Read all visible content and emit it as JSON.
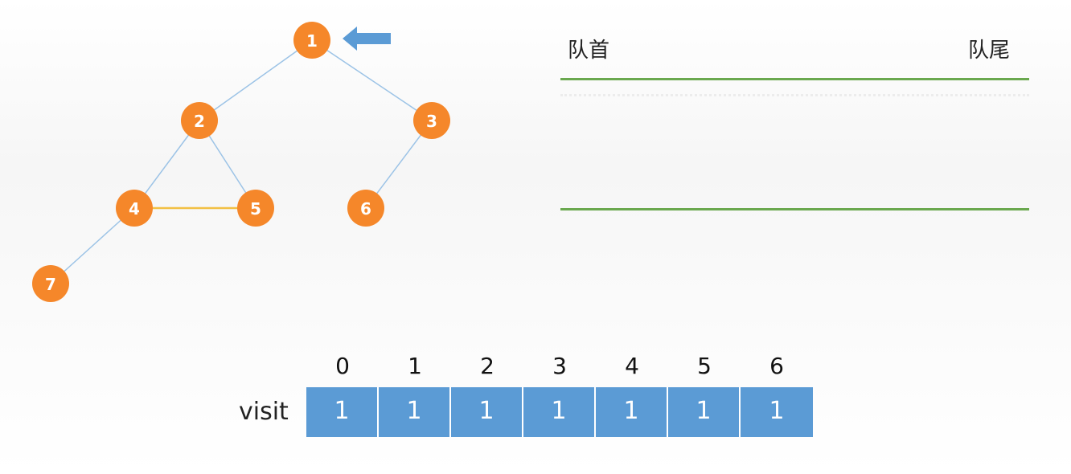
{
  "graph": {
    "nodes": [
      {
        "id": "1",
        "label": "1",
        "color": "#f5872a"
      },
      {
        "id": "2",
        "label": "2",
        "color": "#f5872a"
      },
      {
        "id": "3",
        "label": "3",
        "color": "#f5872a"
      },
      {
        "id": "4",
        "label": "4",
        "color": "#f5872a"
      },
      {
        "id": "5",
        "label": "5",
        "color": "#f5872a"
      },
      {
        "id": "6",
        "label": "6",
        "color": "#f5872a"
      },
      {
        "id": "7",
        "label": "7",
        "color": "#f5872a"
      }
    ],
    "edges": [
      {
        "from": "1",
        "to": "2",
        "color": "#9cc3e6"
      },
      {
        "from": "1",
        "to": "3",
        "color": "#9cc3e6"
      },
      {
        "from": "2",
        "to": "4",
        "color": "#9cc3e6"
      },
      {
        "from": "2",
        "to": "5",
        "color": "#9cc3e6"
      },
      {
        "from": "3",
        "to": "6",
        "color": "#9cc3e6"
      },
      {
        "from": "4",
        "to": "5",
        "color": "#f2c043"
      },
      {
        "from": "4",
        "to": "7",
        "color": "#9cc3e6"
      }
    ],
    "pointer_target": "1",
    "pointer_color": "#5b9bd5",
    "pointer_icon": "left-arrow-icon"
  },
  "queue": {
    "front_label": "队首",
    "rear_label": "队尾",
    "items": [],
    "line_color": "#6aa84f"
  },
  "visit": {
    "label": "visit",
    "indices": [
      "0",
      "1",
      "2",
      "3",
      "4",
      "5",
      "6"
    ],
    "values": [
      "1",
      "1",
      "1",
      "1",
      "1",
      "1",
      "1"
    ],
    "cell_color": "#5b9bd5"
  }
}
